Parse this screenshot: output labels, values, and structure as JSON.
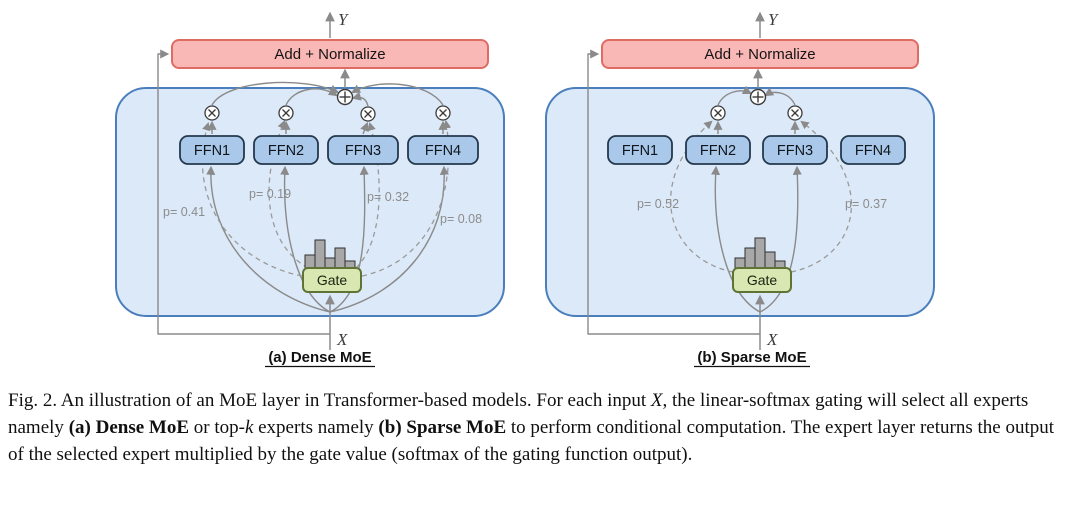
{
  "figure": {
    "shared": {
      "add_normalize": "Add + Normalize",
      "gate": "Gate",
      "output_var": "Y",
      "input_var": "X",
      "experts": [
        "FFN1",
        "FFN2",
        "FFN3",
        "FFN4"
      ]
    },
    "dense": {
      "subcaption": "(a) Dense MoE",
      "gate_probs": [
        "p= 0.41",
        "p= 0.19",
        "p= 0.32",
        "p= 0.08"
      ]
    },
    "sparse": {
      "subcaption": "(b) Sparse MoE",
      "gate_probs": [
        "p= 0.52",
        "p= 0.37"
      ]
    },
    "colors": {
      "add_normalize_fill": "#F9B8B6",
      "add_normalize_stroke": "#DE6C64",
      "expert_layer_fill": "#DCE9F8",
      "expert_layer_stroke": "#4A7EBC",
      "ffn_fill": "#A9C8EA",
      "ffn_stroke": "#24384C",
      "gate_fill": "#D9E7B2",
      "gate_stroke": "#5F7434",
      "arrow_gray": "#8A8A8A",
      "histogram_fill": "#A8A8A8"
    }
  },
  "caption": {
    "segments": [
      {
        "t": "Fig. 2.  An illustration of an MoE layer in Transformer-based models. For each input "
      },
      {
        "t": "X"
      },
      {
        "t": ", the linear-softmax gating will select all experts namely "
      },
      {
        "t": "(a) Dense MoE"
      },
      {
        "t": " or top-"
      },
      {
        "t": "k"
      },
      {
        "t": " experts namely "
      },
      {
        "t": "(b) Sparse MoE"
      },
      {
        "t": " to perform conditional computation. The expert layer returns the output of the selected expert multiplied by the gate value (softmax of the gating function output)."
      }
    ]
  }
}
